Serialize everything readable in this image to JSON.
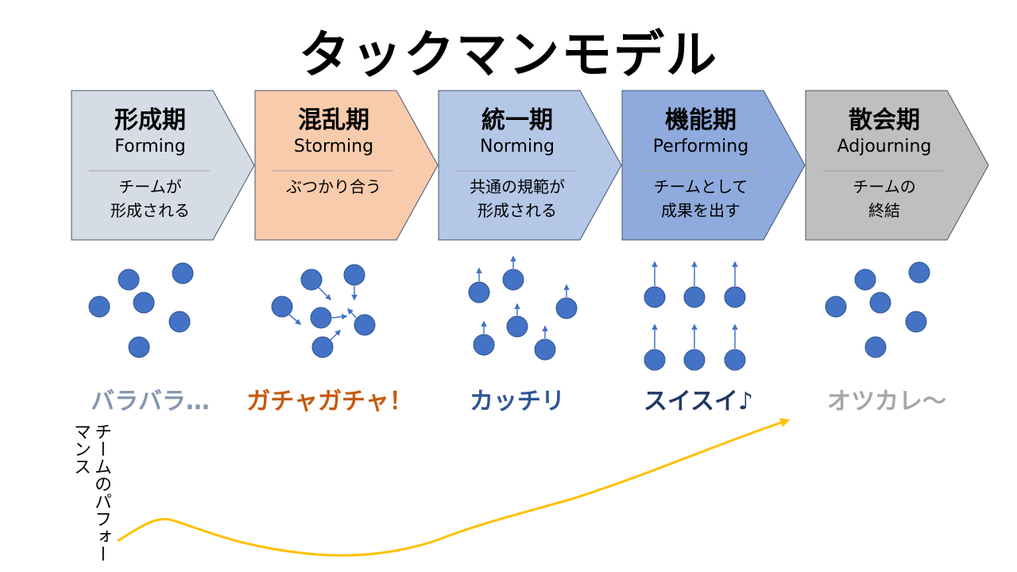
{
  "title": "タックマンモデル",
  "stages": [
    {
      "name_jp": "形成期",
      "name_en": "Forming",
      "desc_line1": "チームが",
      "desc_line2": "形成される",
      "fill": "#D6DCE5",
      "mood": "バラバラ…",
      "mood_color": "#8497B0"
    },
    {
      "name_jp": "混乱期",
      "name_en": "Storming",
      "desc_line1": "ぶつかり合う",
      "desc_line2": "",
      "fill": "#F8CBAD",
      "mood": "ガチャガチャ！",
      "mood_color": "#C55A11"
    },
    {
      "name_jp": "統一期",
      "name_en": "Norming",
      "desc_line1": "共通の規範が",
      "desc_line2": "形成される",
      "fill": "#B4C7E7",
      "mood": "カッチリ",
      "mood_color": "#2F5597"
    },
    {
      "name_jp": "機能期",
      "name_en": "Performing",
      "desc_line1": "チームとして",
      "desc_line2": "成果を出す",
      "fill": "#8FAADC",
      "mood": "スイスイ♪",
      "mood_color": "#203864"
    },
    {
      "name_jp": "散会期",
      "name_en": "Adjourning",
      "desc_line1": "チームの",
      "desc_line2": "終結",
      "fill": "#BFBFBF",
      "mood": "オツカレ〜",
      "mood_color": "#A6A6A6"
    }
  ],
  "axis_label": "チームのパフォーマンス",
  "colors": {
    "member_dot": "#4472C4",
    "member_dot_stroke": "#2F528F",
    "arrow": "#4472C4",
    "performance_curve": "#FFC000",
    "chevron_stroke": "#44546A"
  }
}
